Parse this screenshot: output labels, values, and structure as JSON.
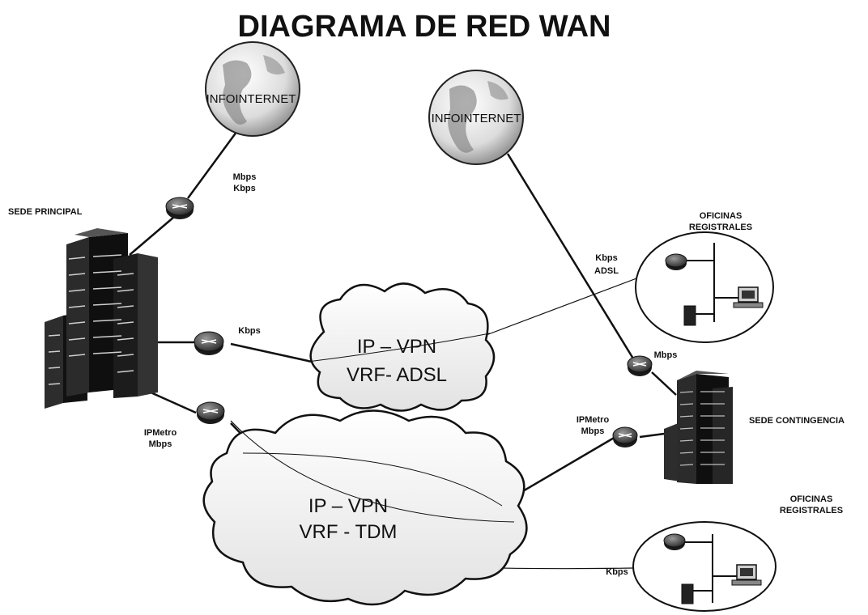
{
  "title": "DIAGRAMA DE RED WAN",
  "globes": [
    {
      "label": "INFOINTERNET"
    },
    {
      "label": "INFOINTERNET"
    }
  ],
  "sites": {
    "sede_principal": "SEDE PRINCIPAL",
    "sede_contingencia": "SEDE CONTINGENCIA",
    "oficinas_1": [
      "OFICINAS",
      "REGISTRALES"
    ],
    "oficinas_2": [
      "OFICINAS",
      "REGISTRALES"
    ]
  },
  "clouds": {
    "adsl": [
      "IP – VPN",
      "VRF- ADSL"
    ],
    "tdm": [
      "IP – VPN",
      "VRF - TDM"
    ]
  },
  "links": {
    "internet_left": [
      "Mbps",
      "Kbps"
    ],
    "adsl_left": "Kbps",
    "adsl_right": [
      "Kbps",
      "ADSL"
    ],
    "internet_right": "Mbps",
    "metro_left": [
      "IPMetro",
      "Mbps"
    ],
    "metro_right": [
      "IPMetro",
      "Mbps"
    ],
    "office_2": "Kbps"
  }
}
